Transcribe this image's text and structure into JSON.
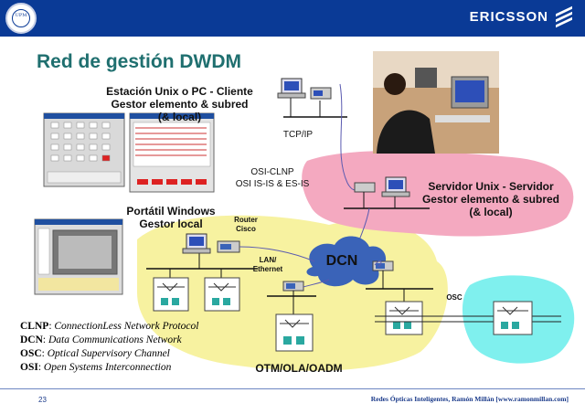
{
  "header": {
    "brand": "ERICSSON",
    "seal_text": "UPM"
  },
  "title": "Red de gestión DWDM",
  "labels": {
    "unix_client": [
      "Estación Unix o PC - Cliente",
      "Gestor elemento & subred",
      "(& local)"
    ],
    "server": [
      "Servidor Unix - Servidor",
      "Gestor elemento & subred",
      "(& local)"
    ],
    "laptop": [
      "Portátil Windows",
      "Gestor local"
    ],
    "tcpip": "TCP/IP",
    "osi": [
      "OSI-CLNP",
      "OSI IS-IS & ES-IS"
    ],
    "router": [
      "Router",
      "Cisco"
    ],
    "lan": [
      "LAN/",
      "Ethernet"
    ],
    "dcn": "DCN",
    "osc": "OSC",
    "otm": "OTM/OLA/OADM"
  },
  "legend": [
    {
      "abbr": "CLNP",
      "text": "ConnectionLess Network Protocol"
    },
    {
      "abbr": "DCN",
      "text": "Data Communications Network"
    },
    {
      "abbr": "OSC",
      "text": "Optical Supervisory Channel"
    },
    {
      "abbr": "OSI",
      "text": "Open Systems Interconnection"
    }
  ],
  "footer": {
    "page": "23",
    "note": "Redes Ópticas Inteligentes, Ramón Millán [www.ramonmillan.com]"
  },
  "colors": {
    "header_blue": "#0a3a96",
    "title_teal": "#1f6f6f",
    "yellow_region": "#f7f2a0",
    "pink_region": "#f4a9c0",
    "cyan_region": "#7ff0ee",
    "dcn_cloud": "#3a63b8",
    "photo_bg": "#c8a27a"
  }
}
